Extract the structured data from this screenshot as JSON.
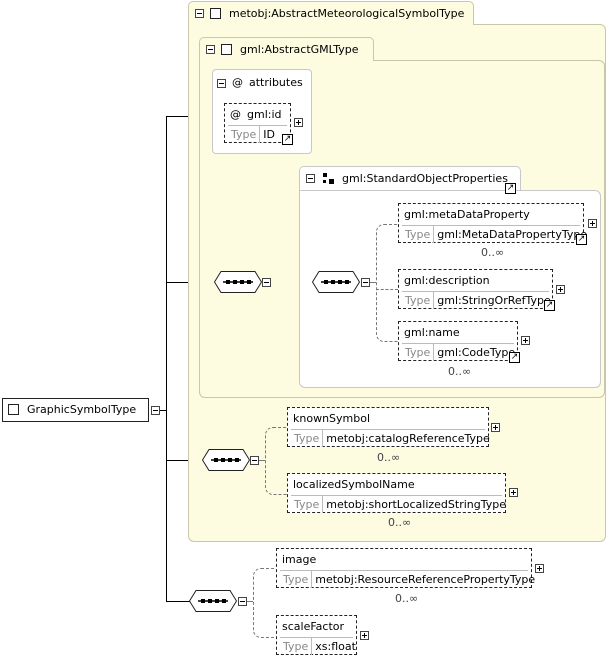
{
  "root": {
    "name": "GraphicSymbolType"
  },
  "abstract_met": {
    "name": "metobj:AbstractMeteorologicalSymbolType"
  },
  "abstract_gml": {
    "name": "gml:AbstractGMLType"
  },
  "attributes": {
    "title": "attributes",
    "at": "@"
  },
  "gml_id": {
    "name": "gml:id",
    "type_label": "Type",
    "type": "ID"
  },
  "std_props": {
    "name": "gml:StandardObjectProperties"
  },
  "meta": {
    "name": "gml:metaDataProperty",
    "type_label": "Type",
    "type": "gml:MetaDataPropertyType",
    "card": "0..∞"
  },
  "description": {
    "name": "gml:description",
    "type_label": "Type",
    "type": "gml:StringOrRefType"
  },
  "gname": {
    "name": "gml:name",
    "type_label": "Type",
    "type": "gml:CodeType",
    "card": "0..∞"
  },
  "known": {
    "name": "knownSymbol",
    "type_label": "Type",
    "type": "metobj:catalogReferenceType",
    "card": "0..∞"
  },
  "localized": {
    "name": "localizedSymbolName",
    "type_label": "Type",
    "type": "metobj:shortLocalizedStringType",
    "card": "0..∞"
  },
  "image": {
    "name": "image",
    "type_label": "Type",
    "type": "metobj:ResourceReferencePropertyType",
    "card": "0..∞"
  },
  "scale": {
    "name": "scaleFactor",
    "type_label": "Type",
    "type": "xs:float"
  },
  "colors": {
    "panel": "#fdfbe0",
    "border": "#c8c8a8"
  }
}
